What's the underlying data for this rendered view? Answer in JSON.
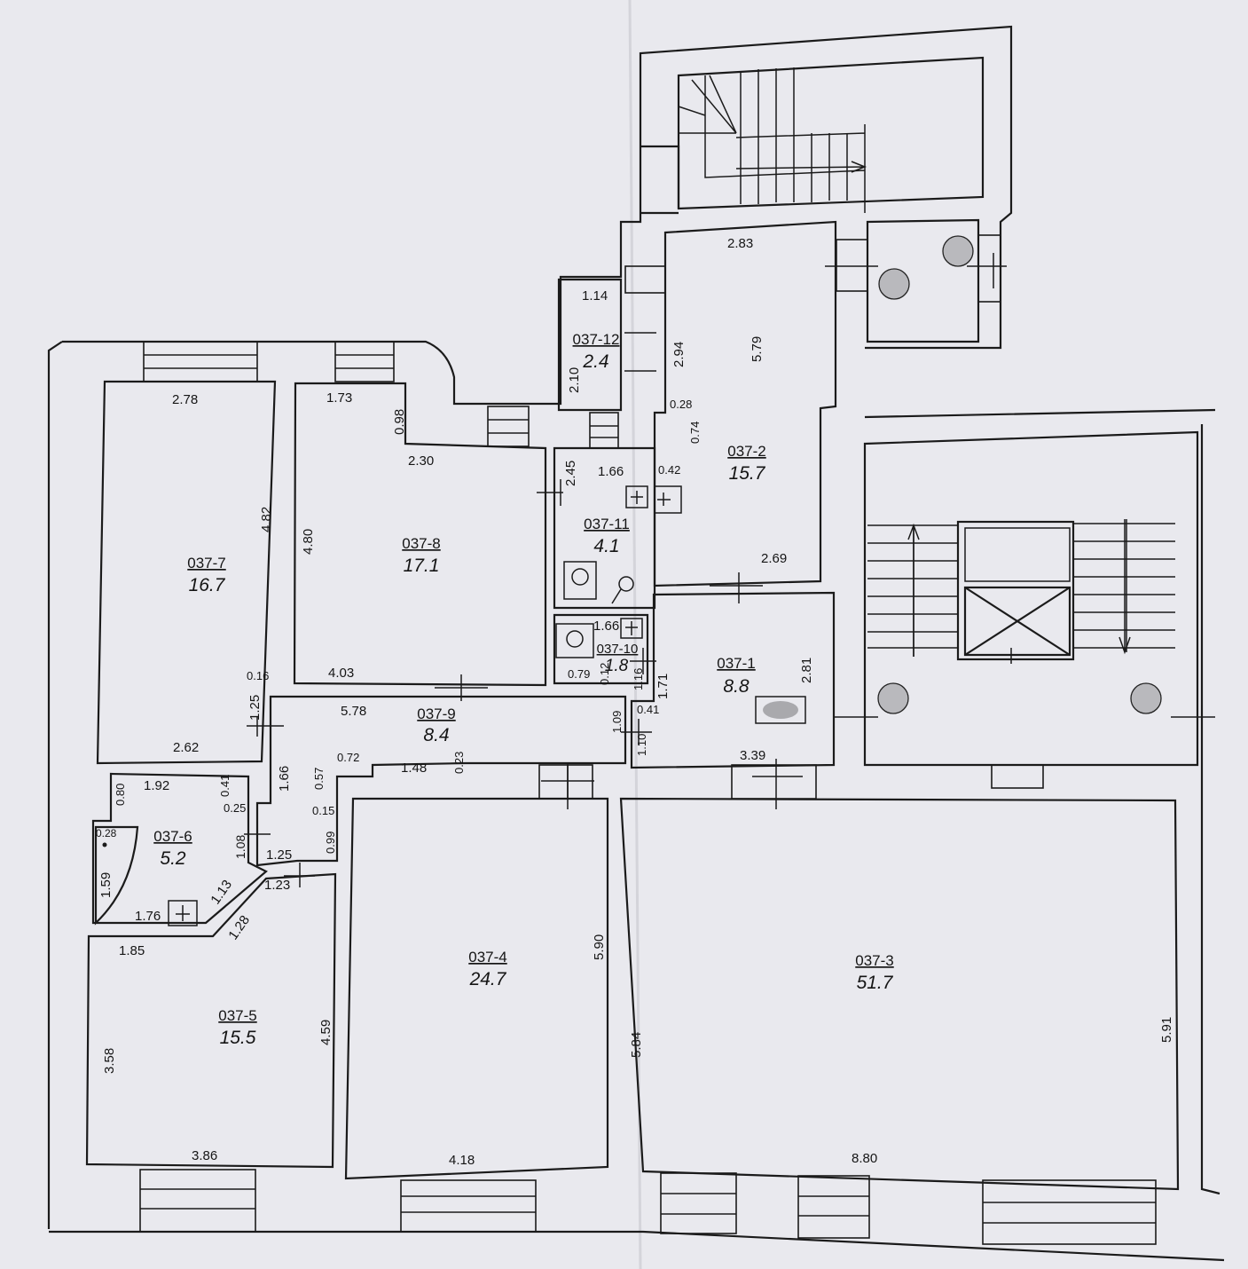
{
  "colors": {
    "paper": "#e9e9ee",
    "ink": "#1b1b1b",
    "fixture": "#b9b9bd"
  },
  "rooms": [
    {
      "id": "037-1",
      "area": "8.8"
    },
    {
      "id": "037-2",
      "area": "15.7"
    },
    {
      "id": "037-3",
      "area": "51.7"
    },
    {
      "id": "037-4",
      "area": "24.7"
    },
    {
      "id": "037-5",
      "area": "15.5"
    },
    {
      "id": "037-6",
      "area": "5.2"
    },
    {
      "id": "037-7",
      "area": "16.7"
    },
    {
      "id": "037-8",
      "area": "17.1"
    },
    {
      "id": "037-9",
      "area": "8.4"
    },
    {
      "id": "037-10",
      "area": "1.8"
    },
    {
      "id": "037-11",
      "area": "4.1"
    },
    {
      "id": "037-12",
      "area": "2.4"
    }
  ],
  "dimensions": [
    "2.78",
    "4.82",
    "2.62",
    "0.16",
    "1.25",
    "1.73",
    "0.98",
    "2.30",
    "4.80",
    "4.03",
    "1.14",
    "2.10",
    "2.45",
    "1.66",
    "1.66",
    "0.79",
    "0.12",
    "1.16",
    "2.83",
    "2.94",
    "5.79",
    "0.28",
    "0.74",
    "0.42",
    "2.69",
    "1.71",
    "2.81",
    "3.39",
    "5.78",
    "1.09",
    "0.41",
    "1.10",
    "0.72",
    "1.48",
    "0.23",
    "1.66",
    "0.57",
    "0.15",
    "0.99",
    "1.25",
    "1.23",
    "0.80",
    "1.92",
    "0.41",
    "0.25",
    "0.28",
    "1.08",
    "1.59",
    "1.13",
    "1.76",
    "1.28",
    "1.85",
    "3.58",
    "4.59",
    "3.86",
    "5.90",
    "4.18",
    "5.84",
    "5.91",
    "8.80"
  ]
}
